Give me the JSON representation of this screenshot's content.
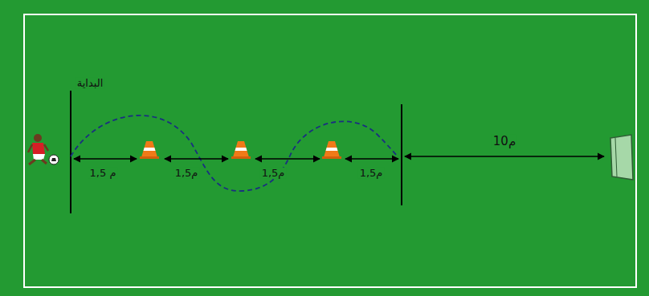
{
  "diagram": {
    "labels": [
      "البداية",
      "1,5 م",
      "1,5م",
      "1,5م",
      "1,5م",
      "10م"
    ]
  }
}
